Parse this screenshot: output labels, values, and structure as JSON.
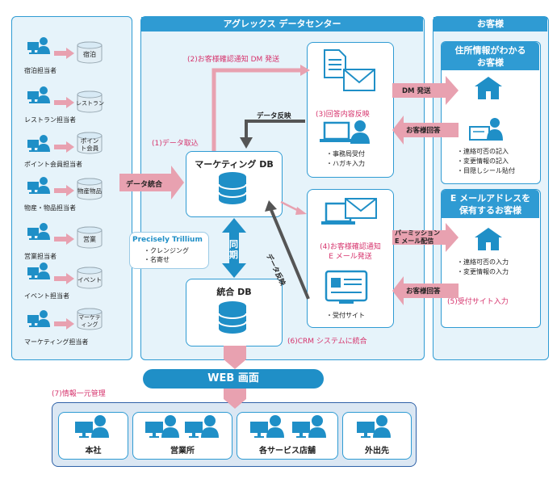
{
  "center_title": "アグレックス データセンター",
  "customers_title": "お客様",
  "left_items": [
    {
      "label": "宿泊担当者",
      "db": "宿泊"
    },
    {
      "label": "レストラン担当者",
      "db": "レストラン"
    },
    {
      "label": "ポイント会員担当者",
      "db": "ポイント会員"
    },
    {
      "label": "物産・物品担当者",
      "db": "物産物品"
    },
    {
      "label": "営業担当者",
      "db": "営業"
    },
    {
      "label": "イベント担当者",
      "db": "イベント"
    },
    {
      "label": "マーケティング担当者",
      "db": "マーケティング"
    }
  ],
  "data_integration": "データ統合",
  "marketing_db": "マーケティング DB",
  "integrated_db": "統合 DB",
  "sync": "同期",
  "trillium": {
    "title": "Precisely Trillium",
    "items": [
      "・クレンジング",
      "・名寄せ"
    ]
  },
  "steps": {
    "s1": "(1)データ取込",
    "s2": "(2)お客様確認通知 DM 発送",
    "s3": "(3)回答内容反映",
    "s4": "(4)お客様確認通知\nE メール発送",
    "s5": "(5)受付サイト入力",
    "s6": "(6)CRM システムに統合",
    "s7": "(7)情報一元管理"
  },
  "data_reflect_1": "データ反映",
  "data_reflect_2": "データ反映",
  "upper_box_items": [
    "・事務局受付",
    "・ハガキ入力"
  ],
  "lower_box_items": [
    "・受付サイト"
  ],
  "dm_send": "DM 発送",
  "customer_reply_1": "お客様回答",
  "permission": "パーミッション\nE メール配信",
  "customer_reply_2": "お客様回答",
  "cust1": {
    "title": "住所情報がわかる\nお客様",
    "items": [
      "・連絡可否の記入",
      "・変更情報の記入",
      "・目隠しシール貼付"
    ]
  },
  "cust2": {
    "title": "E メールアドレスを\n保有するお客様",
    "items": [
      "・連絡可否の入力",
      "・変更情報の入力"
    ]
  },
  "web": "WEB 画面",
  "offices": [
    "本社",
    "営業所",
    "各サービス店舗",
    "外出先"
  ],
  "colors": {
    "blue": "#2f9bd3",
    "panel": "#e6f3fa",
    "pink": "#e8a1b0",
    "dark": "#555555",
    "teal": "#1f8fc7",
    "navy": "#1d4f8f"
  }
}
